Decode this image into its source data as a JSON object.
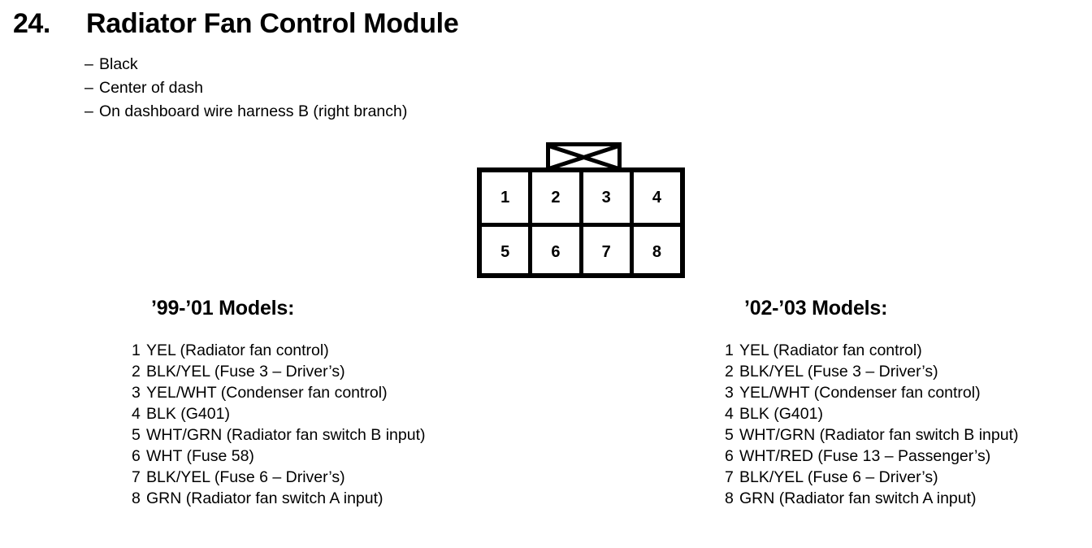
{
  "header": {
    "item_number": "24.",
    "title": "Radiator Fan Control Module",
    "dash": "–",
    "attributes": [
      "Black",
      "Center of dash",
      "On dashboard wire harness B (right branch)"
    ]
  },
  "connector": {
    "pins_top": [
      "1",
      "2",
      "3",
      "4"
    ],
    "pins_bottom": [
      "5",
      "6",
      "7",
      "8"
    ]
  },
  "columns": [
    {
      "heading": "’99-’01 Models:",
      "wires": [
        {
          "pin": "1",
          "desc": "YEL (Radiator fan control)"
        },
        {
          "pin": "2",
          "desc": "BLK/YEL (Fuse 3 – Driver’s)"
        },
        {
          "pin": "3",
          "desc": "YEL/WHT (Condenser fan control)"
        },
        {
          "pin": "4",
          "desc": "BLK (G401)"
        },
        {
          "pin": "5",
          "desc": "WHT/GRN (Radiator fan switch B input)"
        },
        {
          "pin": "6",
          "desc": "WHT (Fuse 58)"
        },
        {
          "pin": "7",
          "desc": "BLK/YEL (Fuse 6 – Driver’s)"
        },
        {
          "pin": "8",
          "desc": "GRN (Radiator fan switch A input)"
        }
      ]
    },
    {
      "heading": "’02-’03 Models:",
      "wires": [
        {
          "pin": "1",
          "desc": "YEL (Radiator fan control)"
        },
        {
          "pin": "2",
          "desc": "BLK/YEL (Fuse 3 – Driver’s)"
        },
        {
          "pin": "3",
          "desc": "YEL/WHT (Condenser fan control)"
        },
        {
          "pin": "4",
          "desc": "BLK (G401)"
        },
        {
          "pin": "5",
          "desc": "WHT/GRN (Radiator fan switch B input)"
        },
        {
          "pin": "6",
          "desc": "WHT/RED (Fuse 13 – Passenger’s)"
        },
        {
          "pin": "7",
          "desc": "BLK/YEL (Fuse 6 – Driver’s)"
        },
        {
          "pin": "8",
          "desc": "GRN (Radiator fan switch A input)"
        }
      ]
    }
  ],
  "colors": {
    "ink": "#000000",
    "page": "#ffffff"
  }
}
